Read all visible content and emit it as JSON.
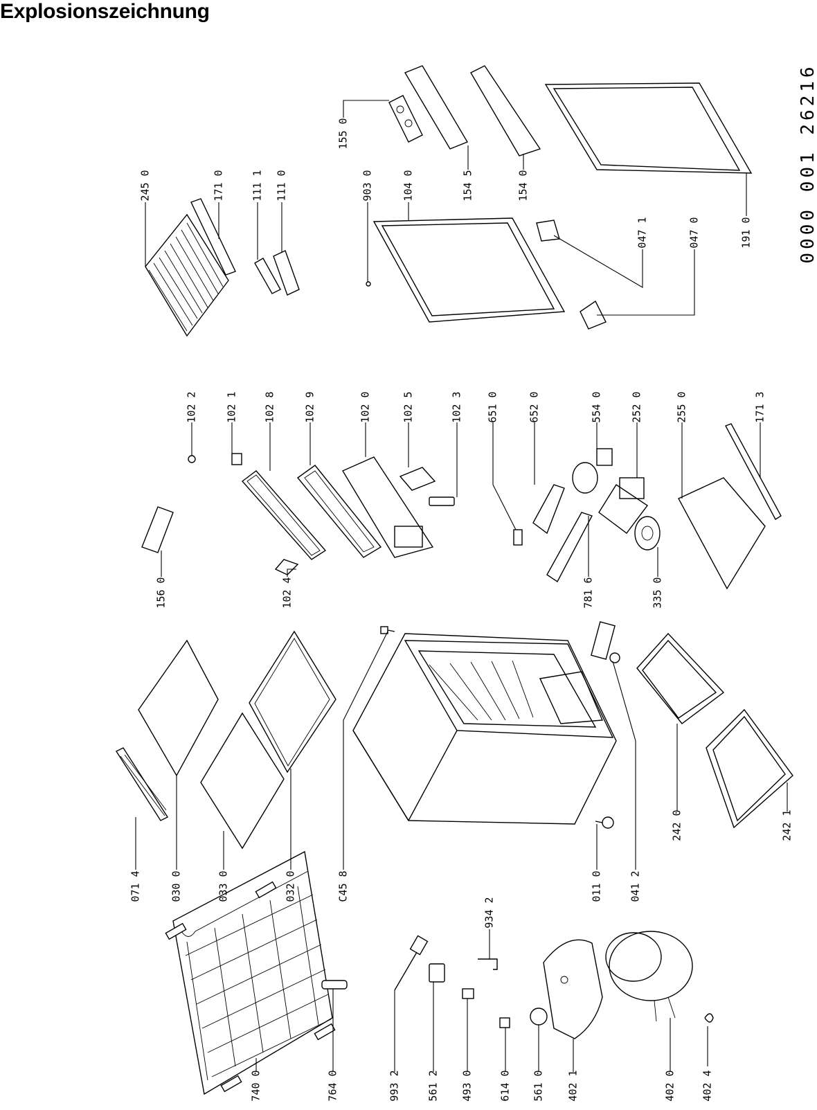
{
  "title": "Explosionszeichnung",
  "document_number": "0000 001 26216",
  "labels": [
    {
      "id": "740-0",
      "text": "740 0"
    },
    {
      "id": "764-0",
      "text": "764 0"
    },
    {
      "id": "993-2",
      "text": "993 2"
    },
    {
      "id": "561-2",
      "text": "561 2"
    },
    {
      "id": "493-0",
      "text": "493 0"
    },
    {
      "id": "614-0",
      "text": "614 0"
    },
    {
      "id": "561-0",
      "text": "561 0"
    },
    {
      "id": "402-1",
      "text": "402 1"
    },
    {
      "id": "402-0",
      "text": "402 0"
    },
    {
      "id": "402-4",
      "text": "402 4"
    },
    {
      "id": "934-2",
      "text": "934 2"
    },
    {
      "id": "071-4",
      "text": "071 4"
    },
    {
      "id": "030-0",
      "text": "030 0"
    },
    {
      "id": "033-0",
      "text": "033 0"
    },
    {
      "id": "032-0",
      "text": "032 0"
    },
    {
      "id": "C45-8",
      "text": "C45 8"
    },
    {
      "id": "011-0",
      "text": "011 0"
    },
    {
      "id": "041-2",
      "text": "041 2"
    },
    {
      "id": "242-0",
      "text": "242 0"
    },
    {
      "id": "242-1",
      "text": "242 1"
    },
    {
      "id": "156-0",
      "text": "156 0"
    },
    {
      "id": "102-4",
      "text": "102 4"
    },
    {
      "id": "781-6",
      "text": "781 6"
    },
    {
      "id": "335-0",
      "text": "335 0"
    },
    {
      "id": "102-2",
      "text": "102 2"
    },
    {
      "id": "102-1",
      "text": "102 1"
    },
    {
      "id": "102-8",
      "text": "102 8"
    },
    {
      "id": "102-9",
      "text": "102 9"
    },
    {
      "id": "102-0",
      "text": "102 0"
    },
    {
      "id": "102-5",
      "text": "102 5"
    },
    {
      "id": "102-3",
      "text": "102 3"
    },
    {
      "id": "651-0",
      "text": "651 0"
    },
    {
      "id": "652-0",
      "text": "652 0"
    },
    {
      "id": "554-0",
      "text": "554 0"
    },
    {
      "id": "252-0",
      "text": "252 0"
    },
    {
      "id": "255-0",
      "text": "255 0"
    },
    {
      "id": "171-3",
      "text": "171 3"
    },
    {
      "id": "245-0",
      "text": "245 0"
    },
    {
      "id": "171-0",
      "text": "171 0"
    },
    {
      "id": "111-1",
      "text": "111 1"
    },
    {
      "id": "111-0",
      "text": "111 0"
    },
    {
      "id": "155-0",
      "text": "155 0"
    },
    {
      "id": "903-0",
      "text": "903 0"
    },
    {
      "id": "104-0",
      "text": "104 0"
    },
    {
      "id": "154-5",
      "text": "154 5"
    },
    {
      "id": "154-0",
      "text": "154 0"
    },
    {
      "id": "047-1",
      "text": "047 1"
    },
    {
      "id": "047-0",
      "text": "047 0"
    },
    {
      "id": "191-0",
      "text": "191 0"
    }
  ]
}
